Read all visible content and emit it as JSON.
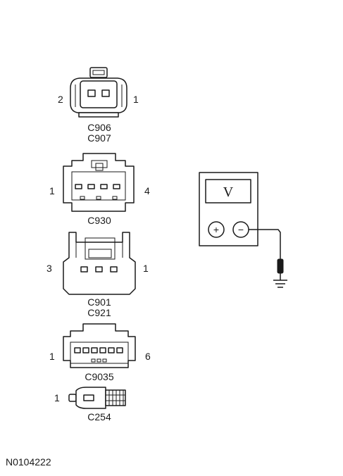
{
  "connectors": [
    {
      "id": "c906",
      "labels": [
        "C906",
        "C907"
      ],
      "pin_left": "2",
      "pin_right": "1"
    },
    {
      "id": "c930",
      "labels": [
        "C930"
      ],
      "pin_left": "1",
      "pin_right": "4"
    },
    {
      "id": "c901",
      "labels": [
        "C901",
        "C921"
      ],
      "pin_left": "3",
      "pin_right": "1"
    },
    {
      "id": "c9035",
      "labels": [
        "C9035"
      ],
      "pin_left": "1",
      "pin_right": "6"
    },
    {
      "id": "c254",
      "labels": [
        "C254"
      ],
      "pin_left": "1"
    }
  ],
  "voltmeter": {
    "display_symbol": "V",
    "plus_symbol": "+",
    "minus_symbol": "−",
    "icon": "voltmeter-icon",
    "probe_icon": "probe-icon",
    "ground_icon": "ground-icon"
  },
  "figure_id": "N0104222"
}
